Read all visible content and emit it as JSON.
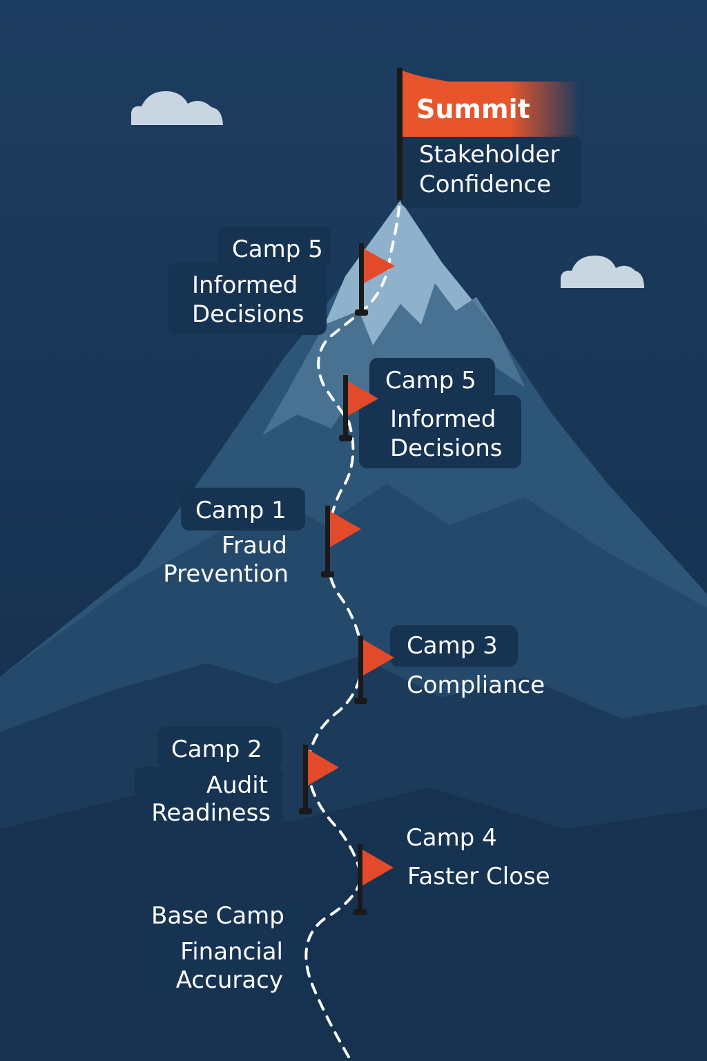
{
  "summit": {
    "title": "Summit",
    "line1": "Stakeholder",
    "line2": "Confidence"
  },
  "camps": [
    {
      "name": "Camp 5",
      "line1": "Informed",
      "line2": "Decisions"
    },
    {
      "name": "Camp 5",
      "line1": "Informed",
      "line2": "Decisions"
    },
    {
      "name": "Camp 1",
      "line1": "Fraud",
      "line2": "Prevention"
    },
    {
      "name": "Camp 3",
      "line1": "Compliance",
      "line2": ""
    },
    {
      "name": "Camp 2",
      "line1": "Audit",
      "line2": "Readiness"
    },
    {
      "name": "Camp 4",
      "line1": "Faster Close",
      "line2": ""
    },
    {
      "name": "Base Camp",
      "line1": "Financial",
      "line2": "Accuracy"
    }
  ],
  "colors": {
    "background": "#1b3a5c",
    "flag": "#e24a2a",
    "summit_flag": "#e8552a",
    "path": "#ffffff"
  },
  "icons": [
    "cloud-icon",
    "flag-icon",
    "summit-flag-icon",
    "mountain-icon"
  ]
}
